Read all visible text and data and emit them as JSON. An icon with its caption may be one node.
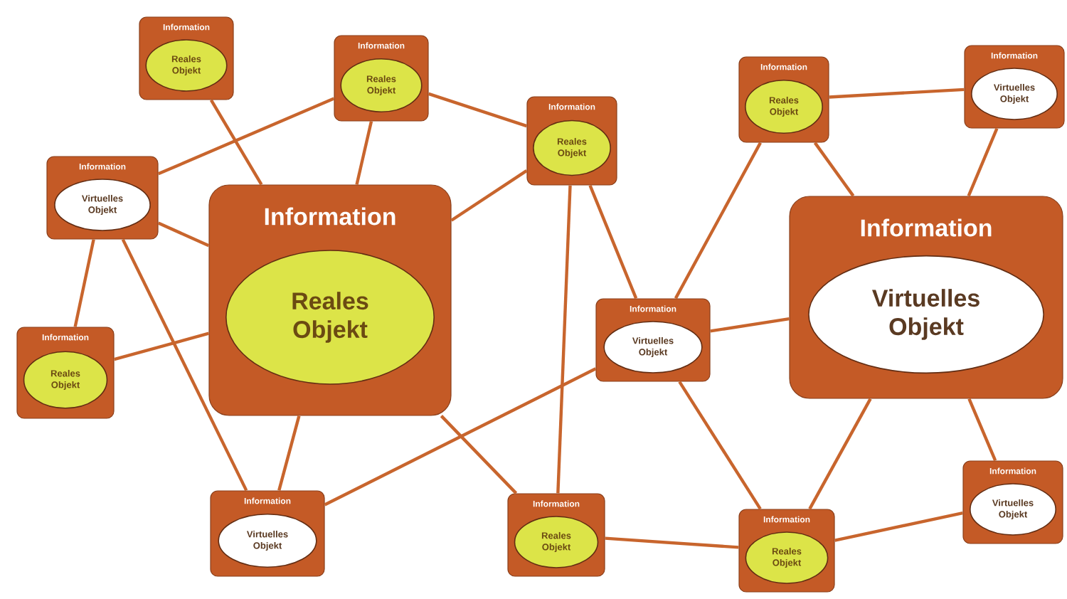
{
  "diagram": {
    "nodes": [
      {
        "text": [
          "Information",
          "Reales Objekt"
        ]
      },
      {
        "text": [
          "Information",
          "Reales Objekt"
        ]
      },
      {
        "text": [
          "Information",
          "Reales Objekt"
        ]
      },
      {
        "text": [
          "Information",
          "Reales Objekt"
        ]
      },
      {
        "text": [
          "Information",
          "Virtuelles Objekt"
        ]
      },
      {
        "text": [
          "Information",
          "Virtuelles Objekt"
        ]
      },
      {
        "text": [
          "Information",
          "Reales Objekt"
        ]
      },
      {
        "text": [
          "Information",
          "Virtuelles Objekt"
        ]
      },
      {
        "text": [
          "Information",
          "Reales Objekt"
        ]
      },
      {
        "text": [
          "Information",
          "Virtuelles Objekt"
        ]
      },
      {
        "text": [
          "Information",
          "Virtuelles Objekt"
        ]
      },
      {
        "text": [
          "Information",
          "Reales Objekt"
        ]
      },
      {
        "text": [
          "Information",
          "Reales Objekt"
        ]
      },
      {
        "text": [
          "Information",
          "Virtuelles Objekt"
        ]
      }
    ],
    "edges": [
      {
        "from": 0,
        "to": 6,
        "arrow": "none"
      },
      {
        "from": 1,
        "to": 5,
        "arrow": "none"
      },
      {
        "from": 1,
        "to": 6,
        "arrow": "none"
      },
      {
        "from": 1,
        "to": 2,
        "arrow": "none"
      },
      {
        "from": 2,
        "to": 6,
        "arrow": "none"
      },
      {
        "from": 5,
        "to": 6,
        "arrow": "none"
      },
      {
        "from": 5,
        "to": 8,
        "arrow": "none"
      },
      {
        "from": 5,
        "to": 10,
        "arrow": "none"
      },
      {
        "from": 8,
        "to": 6,
        "arrow": "none"
      },
      {
        "from": 6,
        "to": 10,
        "arrow": "none"
      },
      {
        "from": 6,
        "to": 11,
        "arrow": "none"
      },
      {
        "from": 10,
        "to": 9,
        "arrow": "none"
      },
      {
        "from": 2,
        "to": 11,
        "arrow": "none"
      },
      {
        "from": 2,
        "to": 9,
        "arrow": "none"
      },
      {
        "from": 3,
        "to": 9,
        "arrow": "none"
      },
      {
        "from": 3,
        "to": 4,
        "arrow": "none"
      },
      {
        "from": 3,
        "to": 7,
        "arrow": "none"
      },
      {
        "from": 4,
        "to": 7,
        "arrow": "none"
      },
      {
        "from": 9,
        "to": 7,
        "arrow": "none"
      },
      {
        "from": 9,
        "to": 12,
        "arrow": "none"
      },
      {
        "from": 11,
        "to": 12,
        "arrow": "none"
      },
      {
        "from": 7,
        "to": 12,
        "arrow": "none"
      },
      {
        "from": 7,
        "to": 13,
        "arrow": "none"
      },
      {
        "from": 12,
        "to": 13,
        "arrow": "none"
      }
    ]
  }
}
